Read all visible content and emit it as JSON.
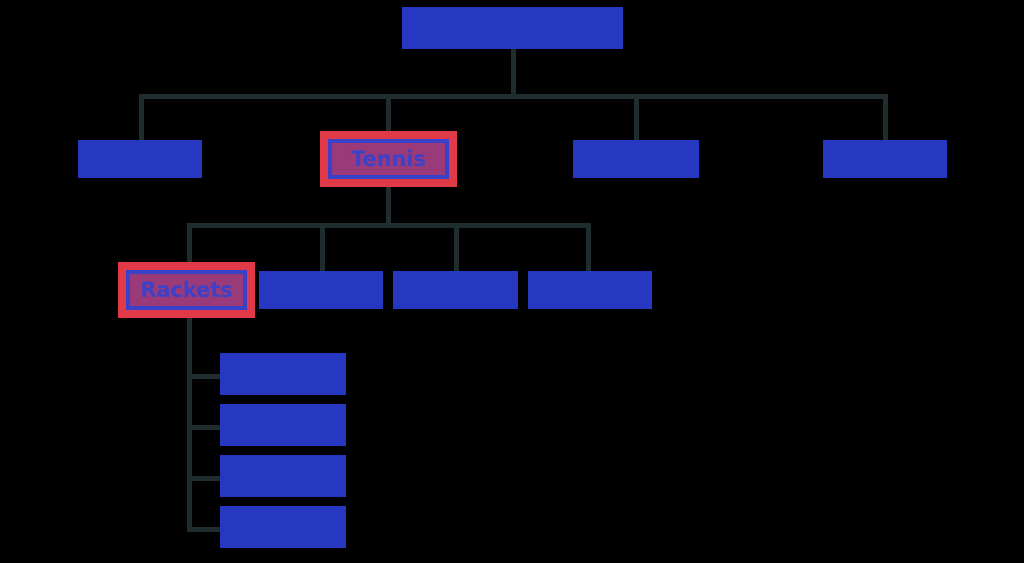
{
  "diagram": {
    "type": "tree-hierarchy",
    "background_color": "#000000",
    "node_color": "#2637c2",
    "highlight_border_color": "#e03a49",
    "highlight_fill_color": "#9b3a79",
    "highlight_inner_border_color": "#3a41c9",
    "label_color": "#3b41c8",
    "connector_color": "#1f2d2e",
    "root": {
      "label": "",
      "name": "root-node"
    },
    "level2": [
      {
        "label": "",
        "name": "level2-node-1",
        "highlighted": false
      },
      {
        "label": "Tennis",
        "name": "level2-node-tennis",
        "highlighted": true
      },
      {
        "label": "",
        "name": "level2-node-3",
        "highlighted": false
      },
      {
        "label": "",
        "name": "level2-node-4",
        "highlighted": false
      }
    ],
    "level3": [
      {
        "label": "Rackets",
        "name": "level3-node-rackets",
        "highlighted": true
      },
      {
        "label": "",
        "name": "level3-node-2",
        "highlighted": false
      },
      {
        "label": "",
        "name": "level3-node-3",
        "highlighted": false
      },
      {
        "label": "",
        "name": "level3-node-4",
        "highlighted": false
      }
    ],
    "level4": [
      {
        "label": "",
        "name": "level4-node-1"
      },
      {
        "label": "",
        "name": "level4-node-2"
      },
      {
        "label": "",
        "name": "level4-node-3"
      },
      {
        "label": "",
        "name": "level4-node-4"
      }
    ]
  }
}
